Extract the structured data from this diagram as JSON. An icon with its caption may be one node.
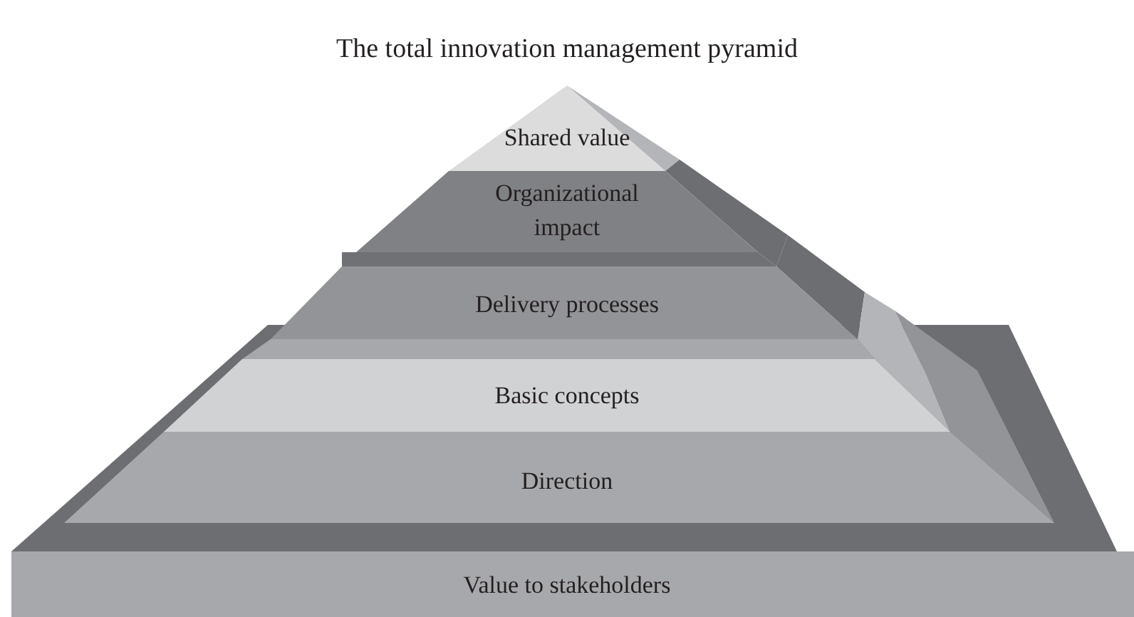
{
  "diagram": {
    "title": "The total innovation management pyramid",
    "nodes": [
      {
        "text": [
          "Shared value"
        ]
      },
      {
        "text": [
          "Organizational impact"
        ]
      },
      {
        "text": [
          "Delivery processes"
        ]
      },
      {
        "text": [
          "Basic concepts"
        ]
      },
      {
        "text": [
          "Direction"
        ]
      },
      {
        "text": [
          "Value to stakeholders"
        ]
      }
    ],
    "edges": []
  }
}
